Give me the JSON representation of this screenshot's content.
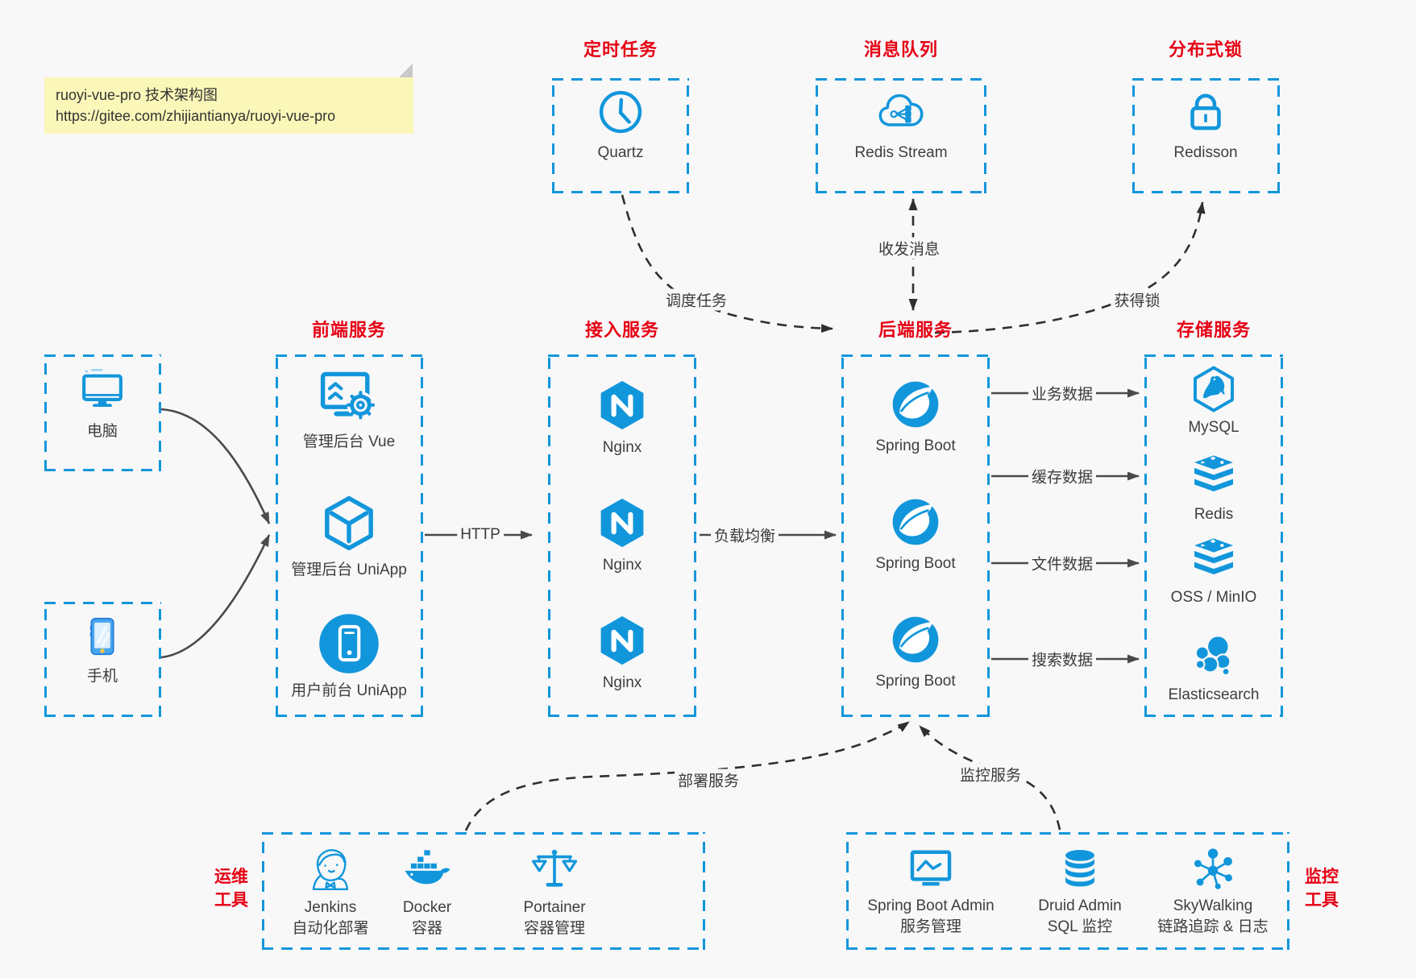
{
  "colors": {
    "accent_blue": "#1296db",
    "title_red": "#e60014",
    "note_bg": "#fbf7b8",
    "dashed_arrow": "#2f2f2f",
    "solid_arrow": "#4a4a4a",
    "background": "#f8f8f9"
  },
  "note": {
    "line1": "ruoyi-vue-pro 技术架构图",
    "line2": "https://gitee.com/zhijiantianya/ruoyi-vue-pro"
  },
  "groups": {
    "scheduled": {
      "title": "定时任务",
      "node": {
        "label": "Quartz",
        "icon": "clock-icon"
      }
    },
    "mq": {
      "title": "消息队列",
      "node": {
        "label": "Redis Stream",
        "icon": "cloud-share-icon"
      }
    },
    "lock": {
      "title": "分布式锁",
      "node": {
        "label": "Redisson",
        "icon": "lock-icon"
      }
    },
    "pc": {
      "node": {
        "label": "电脑",
        "icon": "desktop-icon"
      }
    },
    "mobile": {
      "node": {
        "label": "手机",
        "icon": "phone-icon"
      }
    },
    "frontend": {
      "title": "前端服务",
      "nodes": [
        {
          "label": "管理后台 Vue",
          "icon": "admin-vue-icon"
        },
        {
          "label": "管理后台 UniApp",
          "icon": "uniapp-cube-icon"
        },
        {
          "label": "用户前台 UniApp",
          "icon": "mobile-app-icon"
        }
      ]
    },
    "gateway": {
      "title": "接入服务",
      "nodes": [
        {
          "label": "Nginx",
          "icon": "nginx-icon"
        },
        {
          "label": "Nginx",
          "icon": "nginx-icon"
        },
        {
          "label": "Nginx",
          "icon": "nginx-icon"
        }
      ]
    },
    "backend": {
      "title": "后端服务",
      "nodes": [
        {
          "label": "Spring Boot",
          "icon": "spring-icon"
        },
        {
          "label": "Spring Boot",
          "icon": "spring-icon"
        },
        {
          "label": "Spring Boot",
          "icon": "spring-icon"
        }
      ]
    },
    "storage": {
      "title": "存储服务",
      "nodes": [
        {
          "label": "MySQL",
          "icon": "mysql-icon"
        },
        {
          "label": "Redis",
          "icon": "redis-icon"
        },
        {
          "label": "OSS / MinIO",
          "icon": "oss-icon"
        },
        {
          "label": "Elasticsearch",
          "icon": "elasticsearch-icon"
        }
      ]
    },
    "ops": {
      "title_line1": "运维",
      "title_line2": "工具",
      "nodes": [
        {
          "label": "Jenkins",
          "sublabel": "自动化部署",
          "icon": "jenkins-icon"
        },
        {
          "label": "Docker",
          "sublabel": "容器",
          "icon": "docker-icon"
        },
        {
          "label": "Portainer",
          "sublabel": "容器管理",
          "icon": "portainer-icon"
        }
      ]
    },
    "monitoring": {
      "title_line1": "监控",
      "title_line2": "工具",
      "nodes": [
        {
          "label": "Spring Boot Admin",
          "sublabel": "服务管理",
          "icon": "sba-icon"
        },
        {
          "label": "Druid Admin",
          "sublabel": "SQL 监控",
          "icon": "druid-icon"
        },
        {
          "label": "SkyWalking",
          "sublabel": "链路追踪 & 日志",
          "icon": "skywalking-icon"
        }
      ]
    }
  },
  "edges": {
    "http": "HTTP",
    "load_balance": "负载均衡",
    "schedule": "调度任务",
    "message": "收发消息",
    "acquire_lock": "获得锁",
    "business": "业务数据",
    "cache": "缓存数据",
    "file": "文件数据",
    "search": "搜索数据",
    "deploy": "部署服务",
    "monitor": "监控服务"
  }
}
